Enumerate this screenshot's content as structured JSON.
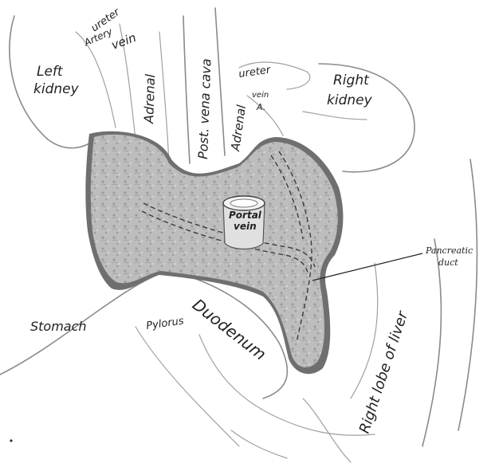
{
  "labels": {
    "ureter_left": "ureter",
    "artery": "Artery",
    "vein_left": "vein",
    "left_kidney_1": "Left",
    "left_kidney_2": "kidney",
    "adrenal_left": "Adrenal",
    "post_vena_cava": "Post. vena cava",
    "ureter_right": "ureter",
    "vein_right": "vein",
    "artery_a": "A.",
    "adrenal_right": "Adrenal",
    "right_kidney_1": "Right",
    "right_kidney_2": "kidney",
    "portal_vein_1": "Portal",
    "portal_vein_2": "vein",
    "pancreatic_duct_1": "Pancreatic",
    "pancreatic_duct_2": "duct",
    "stomach": "Stomach",
    "pylorus": "Pylorus",
    "duodenum": "Duodenum",
    "right_lobe_of_liver": "Right lobe of liver"
  },
  "colors": {
    "pancreas_fill": "#b9b9b9",
    "pancreas_shadow": "#6f6f6f",
    "outline": "#8a8a8a",
    "text": "#222222"
  }
}
